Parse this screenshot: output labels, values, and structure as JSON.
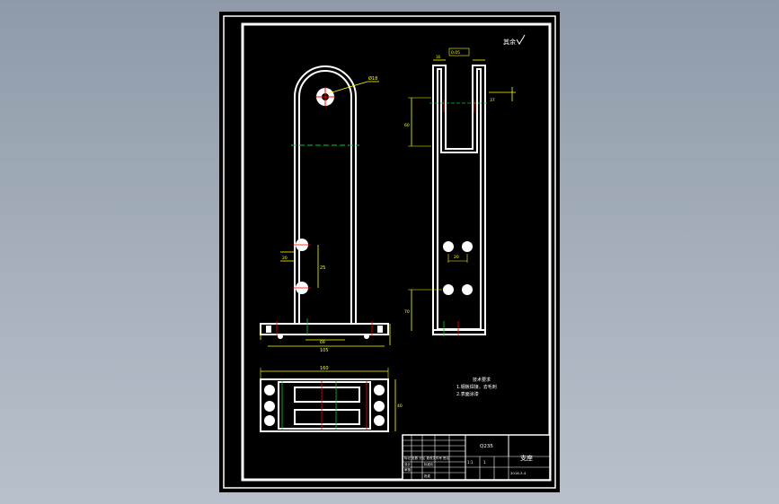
{
  "drawing": {
    "surface_note": "其余",
    "tech_req": [
      "技术要求",
      "1.钢板焊接，去毛刺",
      "2.表面涂漆"
    ],
    "dims": {
      "dia": "Ø18",
      "slot_w": "16",
      "tol": "0.05",
      "slot_depth": "60",
      "gap": "37",
      "hole_pitch": "25",
      "hole_w": "20",
      "base_h": "70",
      "base_inner": "69",
      "base_outer": "105",
      "plan_w": "160",
      "plan_h": "40"
    },
    "title_block": {
      "material": "Q235",
      "part_name": "支座",
      "scale": "1:1",
      "sheet": "1",
      "drawing_no": "2016-3-4",
      "row_label": "标记 处数 分区 更改文件号 签名",
      "design": "设计",
      "check": "审核",
      "standard": "标准化",
      "approve": "批准"
    }
  },
  "colors": {
    "sheet": "#000000",
    "line": "#ffffff",
    "dim": "#ffff00",
    "center": "#00cc33",
    "cut": "#ff0000"
  }
}
